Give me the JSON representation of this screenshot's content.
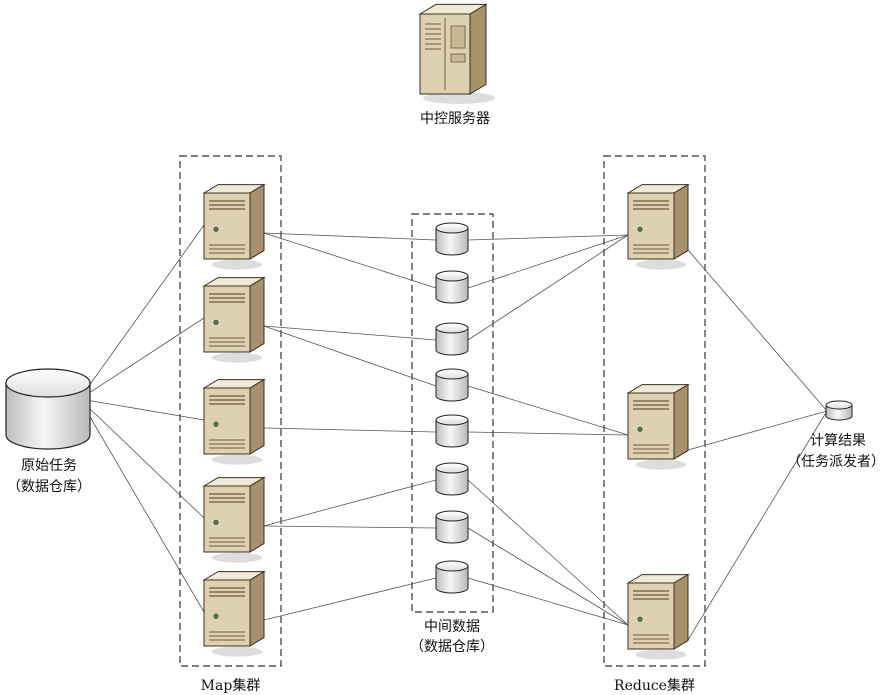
{
  "labels": {
    "controller": "中控服务器",
    "source_line1": "原始任务",
    "source_line2": "（数据仓库）",
    "intermediate_line1": "中间数据",
    "intermediate_line2": "（数据仓库）",
    "map_cluster": "Map集群",
    "reduce_cluster": "Reduce集群",
    "result_line1": "计算结果",
    "result_line2": "（任务派发者）"
  },
  "nodes": {
    "map_servers": 5,
    "intermediate_stores": 8,
    "reduce_servers": 3
  },
  "colors": {
    "server_front": "#ddd1b1",
    "server_side": "#a6916d",
    "server_top": "#f1ead7",
    "cylinder_fill": "#e6e6e6",
    "line": "#555555",
    "dash": "#333333"
  }
}
